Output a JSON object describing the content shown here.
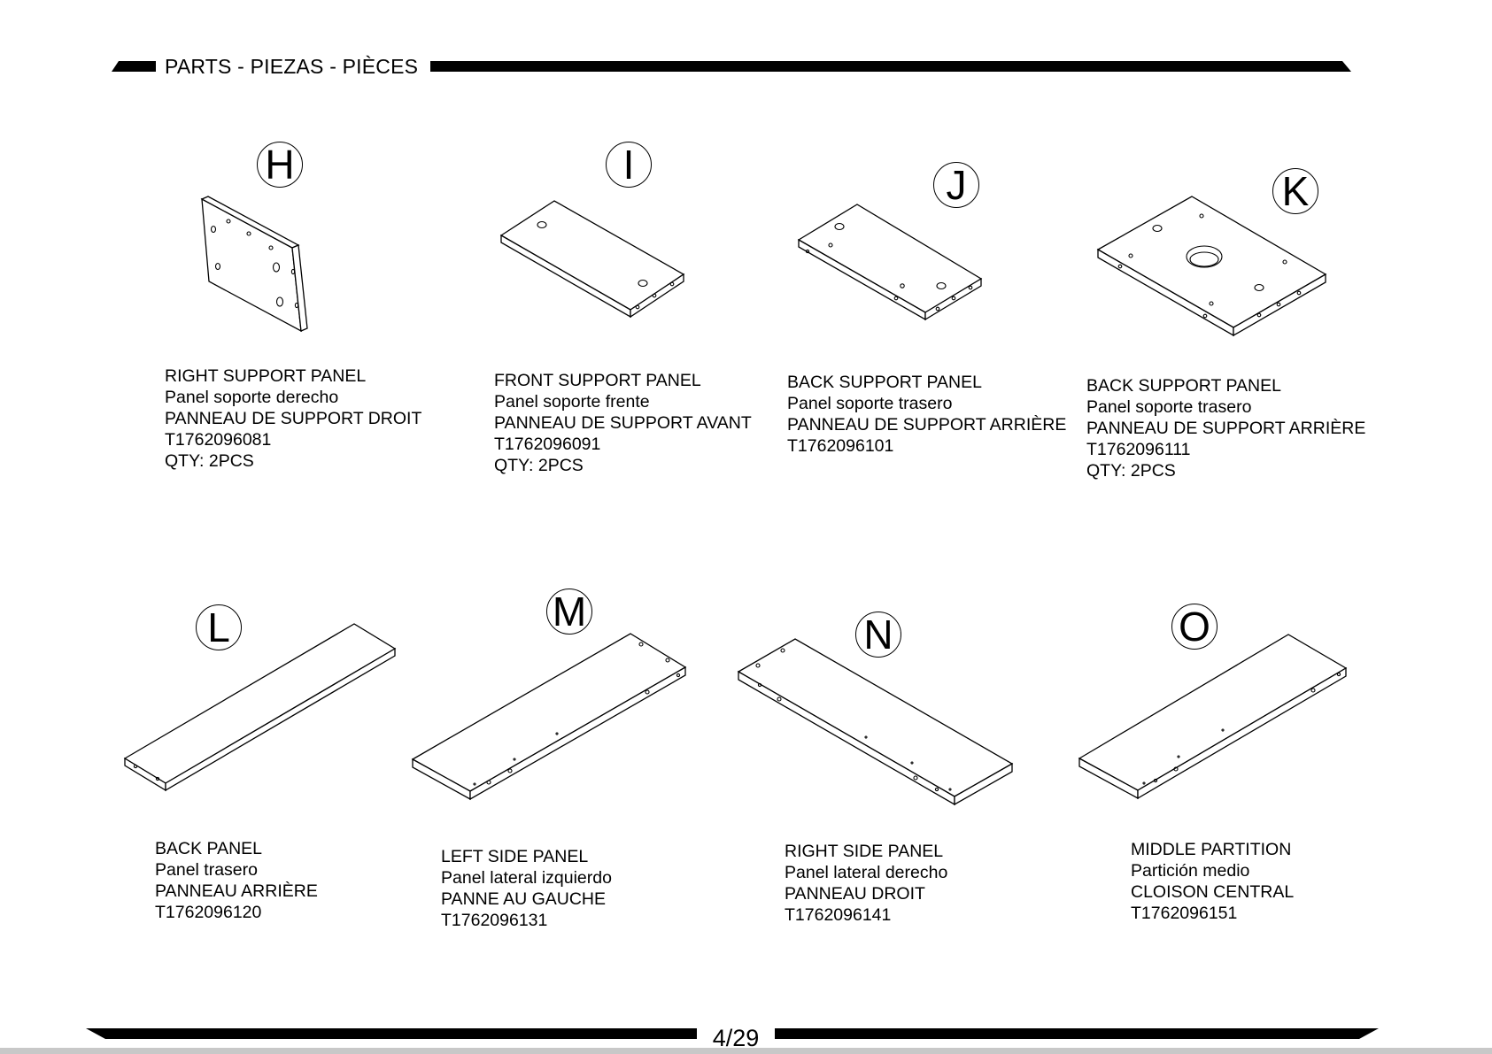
{
  "header": {
    "title": "PARTS - PIEZAS - PIÈCES"
  },
  "parts": [
    {
      "letter": "H",
      "lines": [
        "RIGHT SUPPORT PANEL",
        "Panel soporte derecho",
        "PANNEAU DE SUPPORT DROIT",
        "T1762096081",
        "QTY: 2PCS"
      ]
    },
    {
      "letter": "I",
      "lines": [
        "FRONT SUPPORT PANEL",
        "Panel soporte frente",
        "PANNEAU DE SUPPORT AVANT",
        "T1762096091",
        "QTY: 2PCS"
      ]
    },
    {
      "letter": "J",
      "lines": [
        "BACK SUPPORT PANEL",
        "Panel soporte trasero",
        "PANNEAU DE SUPPORT ARRIÈRE",
        "T1762096101"
      ]
    },
    {
      "letter": "K",
      "lines": [
        "BACK SUPPORT PANEL",
        "Panel soporte trasero",
        "PANNEAU DE SUPPORT ARRIÈRE",
        "T1762096111",
        "QTY: 2PCS"
      ]
    },
    {
      "letter": "L",
      "lines": [
        "BACK PANEL",
        "Panel trasero",
        "PANNEAU ARRIÈRE",
        "T1762096120"
      ]
    },
    {
      "letter": "M",
      "lines": [
        "LEFT SIDE PANEL",
        "Panel lateral izquierdo",
        "PANNE AU GAUCHE",
        "T1762096131"
      ]
    },
    {
      "letter": "N",
      "lines": [
        "RIGHT SIDE PANEL",
        "Panel lateral derecho",
        "PANNEAU DROIT",
        "T1762096141"
      ]
    },
    {
      "letter": "O",
      "lines": [
        "MIDDLE PARTITION",
        "Partición medio",
        "CLOISON CENTRAL",
        "T1762096151"
      ]
    }
  ],
  "footer": {
    "page": "4/29"
  }
}
